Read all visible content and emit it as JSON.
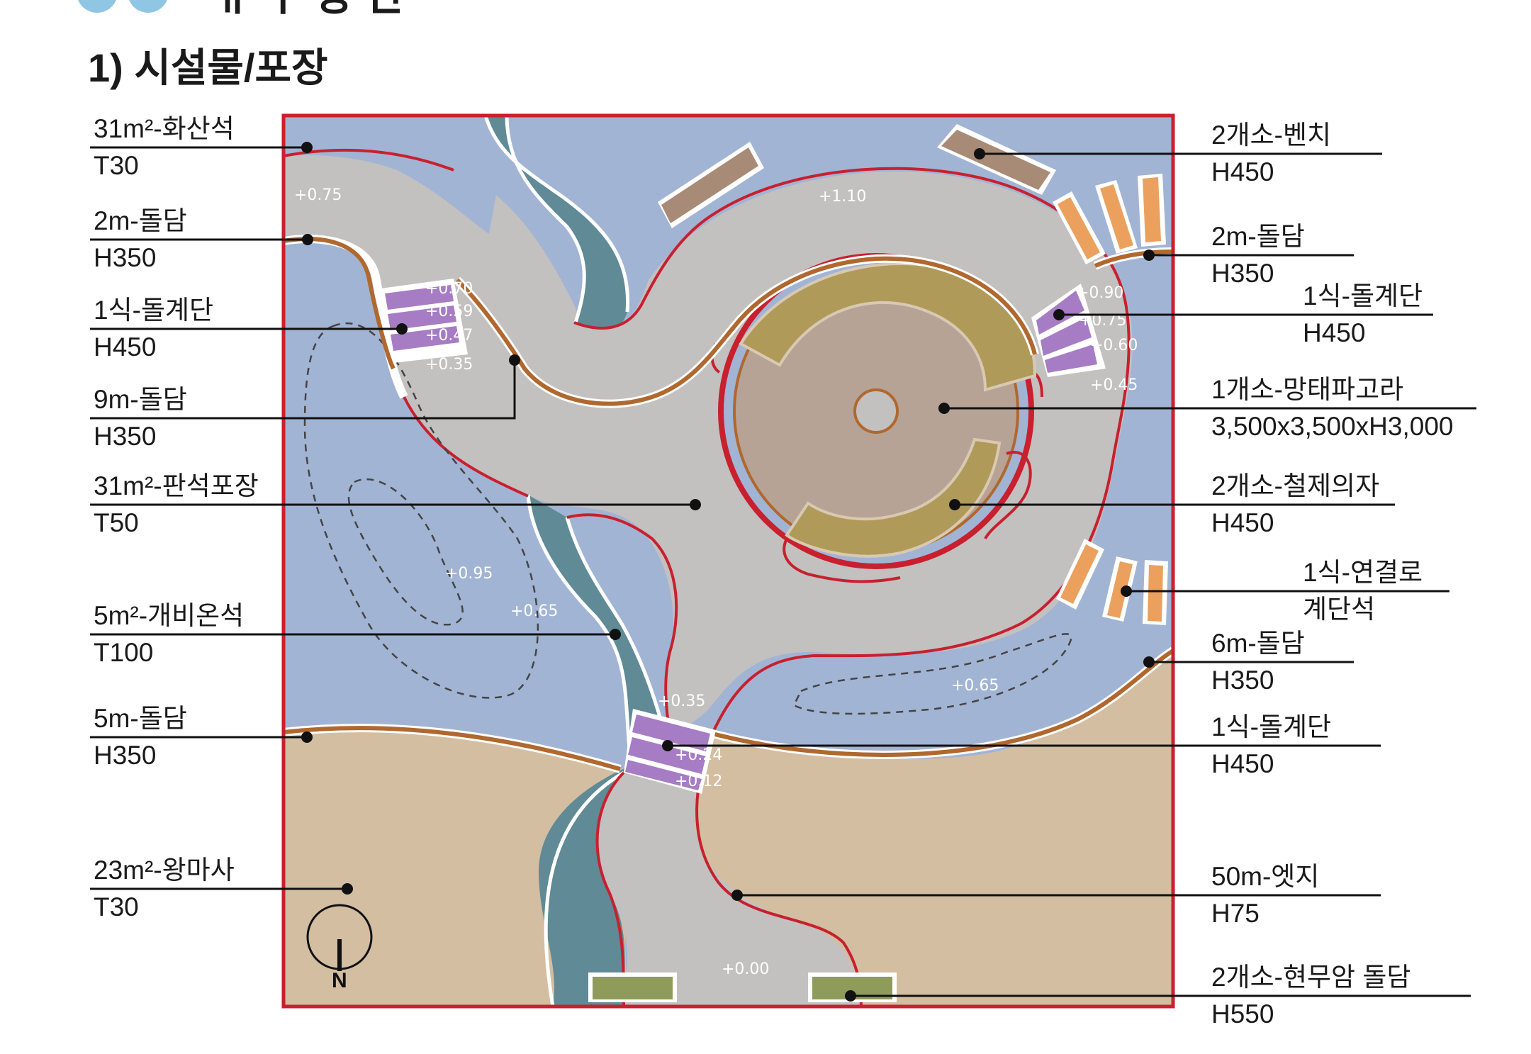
{
  "header": {
    "partial_title": "ㅐ 구 상 안"
  },
  "section_title": "1) 시설물/포장",
  "left_callouts": [
    {
      "lines": [
        "31m²-화산석",
        "T30"
      ]
    },
    {
      "lines": [
        "2m-돌담",
        "H350"
      ]
    },
    {
      "lines": [
        "1식-돌계단",
        "H450"
      ]
    },
    {
      "lines": [
        "9m-돌담",
        "H350"
      ]
    },
    {
      "lines": [
        "31m²-판석포장",
        "T50"
      ]
    },
    {
      "lines": [
        "5m²-개비온석",
        "T100"
      ]
    },
    {
      "lines": [
        "5m-돌담",
        "H350"
      ]
    },
    {
      "lines": [
        "23m²-왕마사",
        "T30"
      ]
    }
  ],
  "right_callouts": [
    {
      "lines": [
        "2개소-벤치",
        "H450"
      ]
    },
    {
      "lines": [
        "2m-돌담",
        "H350"
      ]
    },
    {
      "lines": [
        "1식-돌계단",
        "H450"
      ]
    },
    {
      "lines": [
        "1개소-망태파고라",
        "3,500x3,500xH3,000"
      ]
    },
    {
      "lines": [
        "2개소-철제의자",
        "H450"
      ]
    },
    {
      "lines": [
        "1식-연결로",
        "계단석"
      ]
    },
    {
      "lines": [
        "6m-돌담",
        "H350"
      ]
    },
    {
      "lines": [
        "1식-돌계단",
        "H450"
      ]
    },
    {
      "lines": [
        "50m-엣지",
        "H75"
      ]
    },
    {
      "lines": [
        "2개소-현무암 돌담",
        "H550"
      ]
    }
  ],
  "elevations": [
    "+0.75",
    "+1.10",
    "+0.70",
    "+0.59",
    "+0.47",
    "+0.35",
    "+0.90",
    "+0.75",
    "+0.60",
    "+0.45",
    "+0.95",
    "+0.65",
    "+0.65",
    "+0.35",
    "+0.24",
    "+0.12",
    "+0.00"
  ],
  "north_label": "N",
  "colors": {
    "border": "#c8202e",
    "lawn": "#a2b4d4",
    "paving": "#c3c0c0",
    "gravel": "#d3bea2",
    "stream": "#5f8a96",
    "stone_wall": "#b0682e",
    "stairs": "#a67cc4",
    "bench": "#a88b77",
    "steps_orange": "#eba15d",
    "basalt_wall": "#8f9b5a",
    "pergola": "#b7a396",
    "chair": "#b09a5a"
  }
}
